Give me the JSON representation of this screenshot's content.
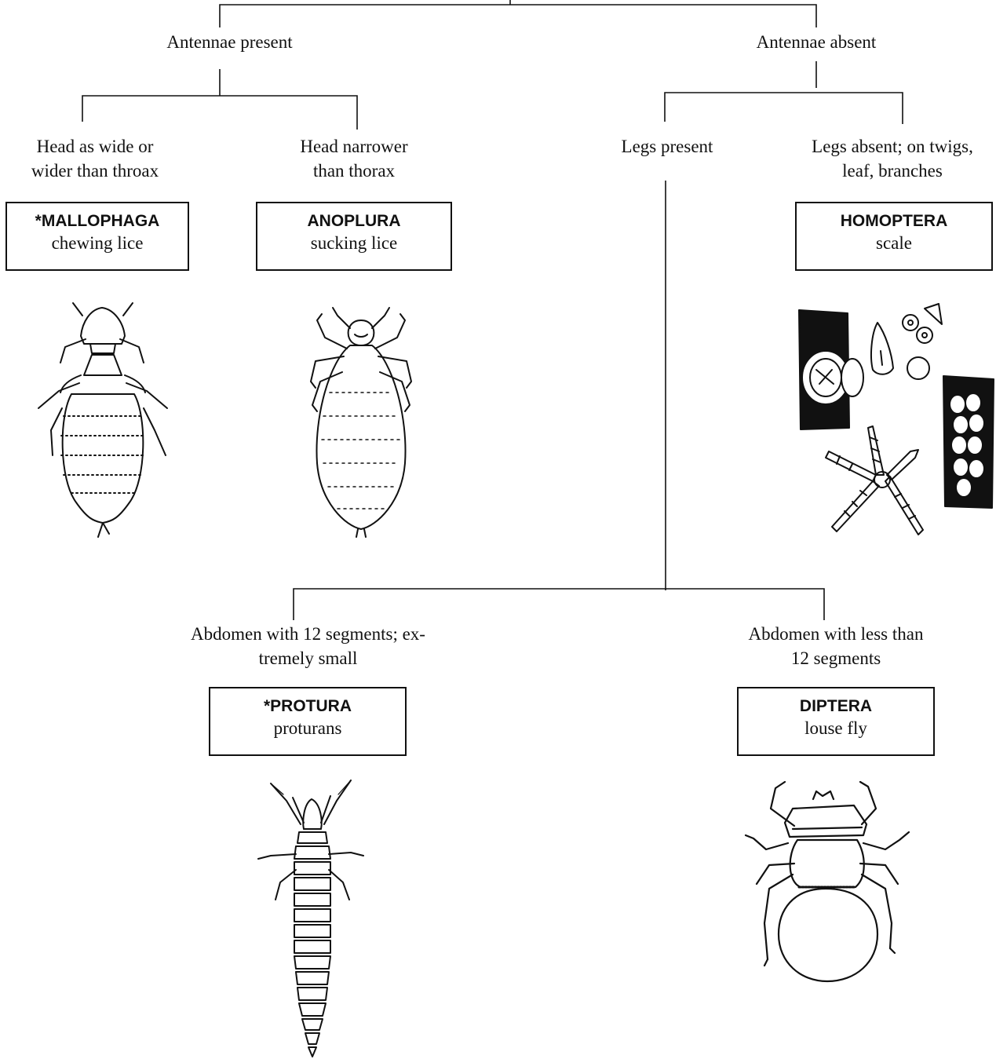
{
  "branches": {
    "antennae_present": "Antennae present",
    "antennae_absent": "Antennae absent",
    "head_wide": [
      "Head as wide or",
      "wider than throax"
    ],
    "head_narrow": [
      "Head narrower",
      "than thorax"
    ],
    "legs_present": "Legs present",
    "legs_absent": [
      "Legs absent; on twigs,",
      "leaf, branches"
    ],
    "abdomen_12": [
      "Abdomen with 12 segments; ex-",
      "tremely small"
    ],
    "abdomen_less": [
      "Abdomen with less than",
      "12 segments"
    ]
  },
  "taxa": {
    "mallophaga": {
      "order": "*MALLOPHAGA",
      "common": "chewing lice",
      "icon": "chewing-louse-drawing"
    },
    "anoplura": {
      "order": "ANOPLURA",
      "common": "sucking lice",
      "icon": "sucking-louse-drawing"
    },
    "homoptera": {
      "order": "HOMOPTERA",
      "common": "scale",
      "icon": "scale-insects-drawing"
    },
    "protura": {
      "order": "*PROTURA",
      "common": "proturans",
      "icon": "proturan-drawing"
    },
    "diptera": {
      "order": "DIPTERA",
      "common": "louse fly",
      "icon": "louse-fly-drawing"
    }
  },
  "colors": {
    "line": "#111111",
    "background": "#ffffff"
  }
}
